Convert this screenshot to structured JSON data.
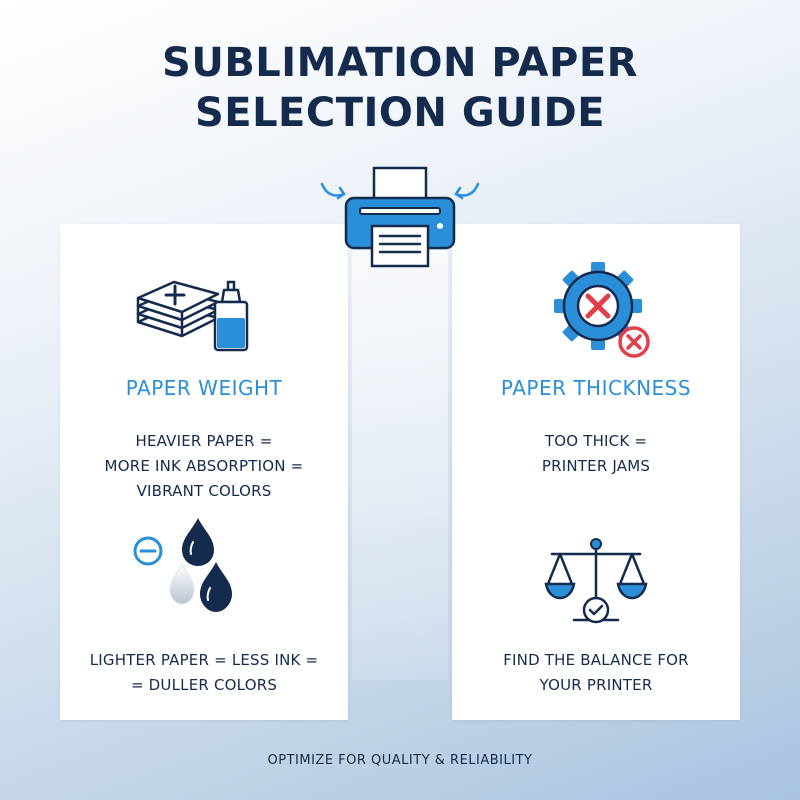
{
  "title": {
    "line1": "SUBLIMATION PAPER",
    "line2": "SELECTION GUIDE"
  },
  "left_panel": {
    "heading": "PAPER WEIGHT",
    "heavier_text": [
      "HEAVIER PAPER =",
      "MORE INK ABSORPTION =",
      "VIBRANT COLORS"
    ],
    "lighter_text": [
      "LIGHTER PAPER = LESS INK =",
      "= DULLER COLORS"
    ]
  },
  "right_panel": {
    "heading": "PAPER THICKNESS",
    "thick_text": [
      "TOO THICK =",
      "PRINTER JAMS"
    ],
    "balance_text": [
      "FIND THE BALANCE FOR",
      "YOUR PRINTER"
    ]
  },
  "footer": "OPTIMIZE FOR QUALITY & RELIABILITY",
  "icons": {
    "printer": "printer-icon",
    "paper_stack": "paper-stack-icon",
    "ink_bottle": "ink-bottle-icon",
    "minus": "minus-circle-icon",
    "ink_drops": "ink-drops-icon",
    "gear_error": "gear-error-icon",
    "balance_scale": "balance-scale-icon"
  },
  "colors": {
    "navy": "#142b4d",
    "accent_blue": "#2a8fd8",
    "error_red": "#e0404a"
  }
}
